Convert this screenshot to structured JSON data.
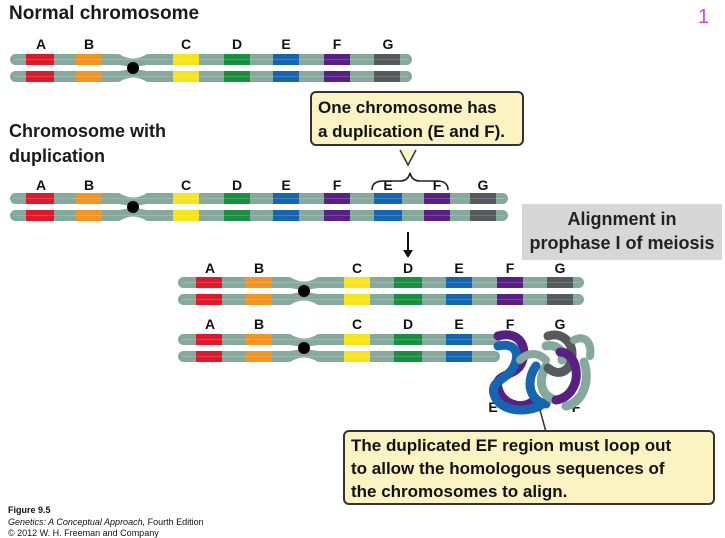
{
  "slide_number": "1",
  "titles": {
    "normal": "Normal chromosome",
    "duplication_line1": "Chromosome with",
    "duplication_line2": "duplication"
  },
  "callouts": {
    "duplication_line1": "One chromosome has",
    "duplication_line2": "a duplication (E and F).",
    "alignment_line1": "Alignment in",
    "alignment_line2": "prophase I of meiosis",
    "loop_line1": "The duplicated EF region must loop out",
    "loop_line2": "to allow the homologous sequences of",
    "loop_line3": "the chromosomes to align."
  },
  "gene_labels": {
    "normal": [
      "A",
      "B",
      "C",
      "D",
      "E",
      "F",
      "G"
    ],
    "duplication": [
      "A",
      "B",
      "C",
      "D",
      "E",
      "F",
      "E",
      "F",
      "G"
    ],
    "aligned_top": [
      "A",
      "B",
      "C",
      "D",
      "E",
      "F",
      "G"
    ],
    "aligned_bottom": [
      "A",
      "B",
      "C",
      "D",
      "E",
      "F",
      "G"
    ],
    "loop": [
      "E",
      "F"
    ]
  },
  "colors": {
    "chromatid": "#85a99c",
    "A": "#e0182a",
    "B": "#f39423",
    "C": "#f7e41a",
    "D": "#179040",
    "E": "#1466b0",
    "F": "#5a1f85",
    "G": "#555a5c",
    "centromere": "#000000",
    "callout_bg": "#fbf3c2"
  },
  "caption": {
    "figure": "Figure 9.5",
    "book": "Genetics: A Conceptual Approach,",
    "edition": " Fourth Edition",
    "copyright": "© 2012 W. H. Freeman and Company"
  }
}
